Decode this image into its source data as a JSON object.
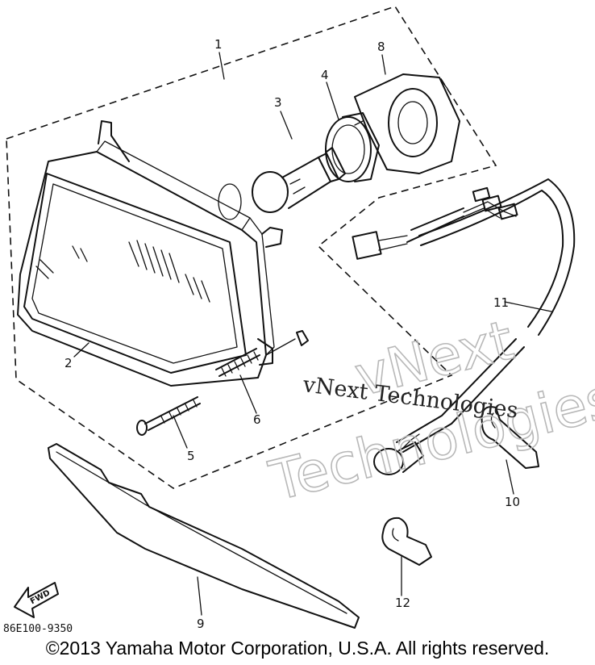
{
  "callouts": [
    "1",
    "2",
    "3",
    "4",
    "5",
    "6",
    "8",
    "9",
    "10",
    "11",
    "12"
  ],
  "watermark": {
    "line1": "vNext",
    "line2": "Technologies",
    "overlay": "vNext Technologies"
  },
  "direction_label": "FWD",
  "diagram_code": "86E100-9350",
  "copyright": "©2013 Yamaha Motor Corporation, U.S.A. All rights reserved."
}
